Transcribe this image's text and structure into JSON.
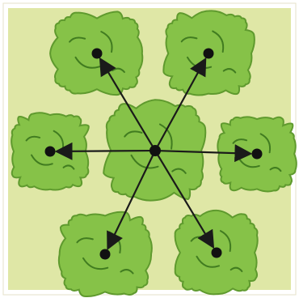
{
  "diagram": {
    "colors": {
      "frame_border": "#e6e2c8",
      "ground": "#dfe7a6",
      "blob_fill": "#86c248",
      "blob_edge": "#5f9a2e",
      "blob_inner": "#2f6a16",
      "dot": "#111111",
      "arrow": "#1a1a1a"
    },
    "center_blob": {
      "icon": "lettuce-center"
    },
    "outer_blobs": [
      {
        "id": "top-left",
        "icon": "lettuce-head"
      },
      {
        "id": "top-right",
        "icon": "lettuce-head"
      },
      {
        "id": "middle-left",
        "icon": "lettuce-head"
      },
      {
        "id": "middle-right",
        "icon": "lettuce-head"
      },
      {
        "id": "bottom-left",
        "icon": "lettuce-head"
      },
      {
        "id": "bottom-right",
        "icon": "lettuce-head"
      }
    ],
    "arrow_count": 6
  }
}
